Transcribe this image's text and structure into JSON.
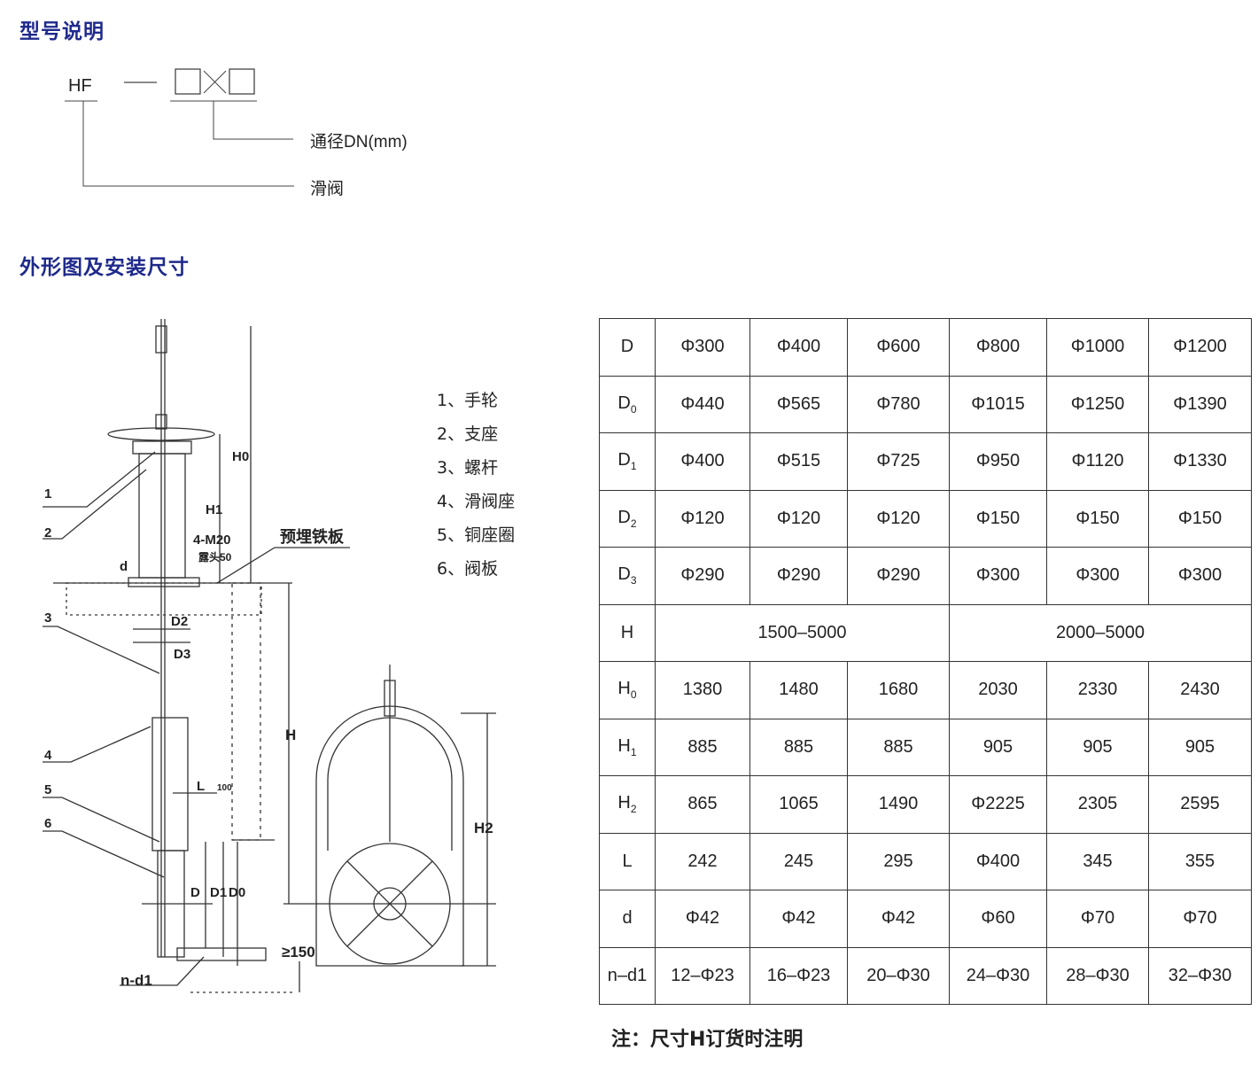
{
  "sections": {
    "model": "型号说明",
    "outline": "外形图及安装尺寸"
  },
  "model_code": {
    "prefix": "HF",
    "dash": "—",
    "diameter_label": "通径DN(mm)",
    "type_label": "滑阀"
  },
  "parts": [
    "1、手轮",
    "2、支座",
    "3、螺杆",
    "4、滑阀座",
    "5、铜座圈",
    "6、阀板"
  ],
  "drawing_labels": {
    "n1": "1",
    "n2": "2",
    "n3": "3",
    "n4": "4",
    "n5": "5",
    "n6": "6",
    "plate": "预埋铁板",
    "bolt": "4-M20",
    "bolt_note": "露头50",
    "d": "d",
    "D2": "D2",
    "D3": "D3",
    "H": "H",
    "H0": "H0",
    "H1": "H1",
    "H2": "H2",
    "L": "L",
    "L100": "100",
    "D": "D",
    "D1": "D1",
    "D0": "D0",
    "min150": "≥150",
    "nd1": "n-d1"
  },
  "table": {
    "rows": [
      {
        "label": "D",
        "sub": "",
        "cells": [
          "Φ300",
          "Φ400",
          "Φ600",
          "Φ800",
          "Φ1000",
          "Φ1200"
        ]
      },
      {
        "label": "D",
        "sub": "0",
        "cells": [
          "Φ440",
          "Φ565",
          "Φ780",
          "Φ1015",
          "Φ1250",
          "Φ1390"
        ]
      },
      {
        "label": "D",
        "sub": "1",
        "cells": [
          "Φ400",
          "Φ515",
          "Φ725",
          "Φ950",
          "Φ1120",
          "Φ1330"
        ]
      },
      {
        "label": "D",
        "sub": "2",
        "cells": [
          "Φ120",
          "Φ120",
          "Φ120",
          "Φ150",
          "Φ150",
          "Φ150"
        ]
      },
      {
        "label": "D",
        "sub": "3",
        "cells": [
          "Φ290",
          "Φ290",
          "Φ290",
          "Φ300",
          "Φ300",
          "Φ300"
        ]
      },
      {
        "label": "H",
        "sub": "",
        "merged": [
          "1500–5000",
          "2000–5000"
        ]
      },
      {
        "label": "H",
        "sub": "0",
        "cells": [
          "1380",
          "1480",
          "1680",
          "2030",
          "2330",
          "2430"
        ]
      },
      {
        "label": "H",
        "sub": "1",
        "cells": [
          "885",
          "885",
          "885",
          "905",
          "905",
          "905"
        ]
      },
      {
        "label": "H",
        "sub": "2",
        "cells": [
          "865",
          "1065",
          "1490",
          "Φ2225",
          "2305",
          "2595"
        ]
      },
      {
        "label": "L",
        "sub": "",
        "cells": [
          "242",
          "245",
          "295",
          "Φ400",
          "345",
          "355"
        ]
      },
      {
        "label": "d",
        "sub": "",
        "cells": [
          "Φ42",
          "Φ42",
          "Φ42",
          "Φ60",
          "Φ70",
          "Φ70"
        ]
      },
      {
        "label": "n–d1",
        "sub": "",
        "cells": [
          "12–Φ23",
          "16–Φ23",
          "20–Φ30",
          "24–Φ30",
          "28–Φ30",
          "32–Φ30"
        ]
      }
    ]
  },
  "note": "注：尺寸H订货时注明"
}
